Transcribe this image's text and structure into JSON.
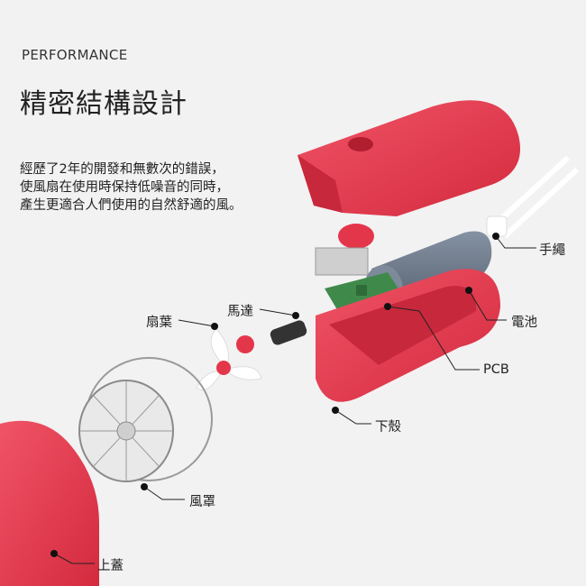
{
  "section_label": "PERFORMANCE",
  "headline": "精密結構設計",
  "description_lines": [
    "經歷了2年的開發和無數次的錯誤，",
    "使風扇在使用時保持低噪音的同時，",
    "產生更適合人們使用的自然舒適的風。"
  ],
  "parts": {
    "strap": "手繩",
    "battery": "電池",
    "pcb": "PCB",
    "bottom_shell": "下殼",
    "motor": "馬達",
    "fan_blade": "扇葉",
    "fan_cover": "風罩",
    "top_cover": "上蓋"
  },
  "colors": {
    "background": "#f2f2f2",
    "shell_red": "#e4364a",
    "battery_gray": "#6b7787",
    "pcb_green": "#3f8a4a"
  }
}
